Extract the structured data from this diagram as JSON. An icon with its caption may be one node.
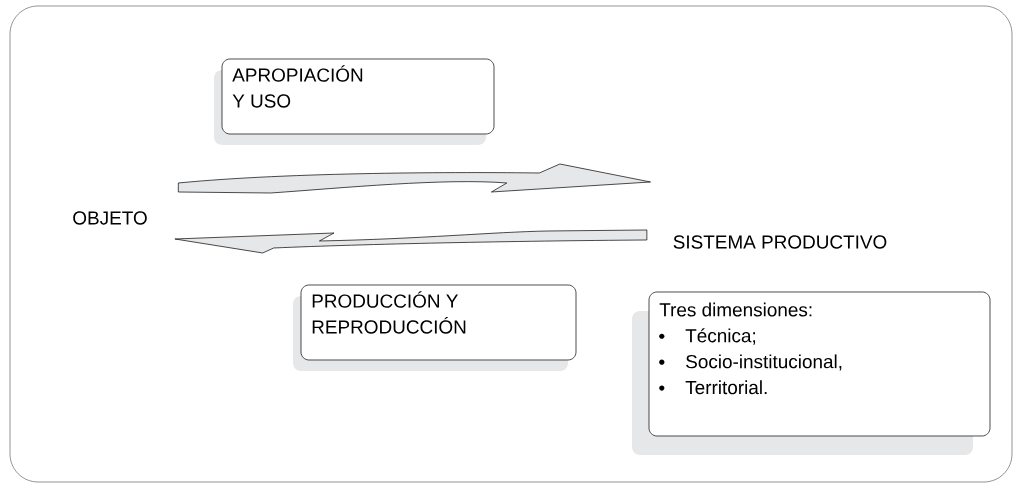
{
  "diagram": {
    "nodes": [
      {
        "text": [
          "APROPIACIÓN Y USO"
        ]
      },
      {
        "text": [
          "OBJETO"
        ]
      },
      {
        "text": [
          "SISTEMA PRODUCTIVO"
        ]
      },
      {
        "text": [
          "PRODUCCIÓN Y REPRODUCCIÓN"
        ]
      },
      {
        "text": [
          "Tres dimensiones:",
          "Técnica;",
          "Socio-institucional,",
          "Territorial."
        ]
      }
    ],
    "edges": [
      {
        "from": 1,
        "to": 2,
        "arrow": "to"
      },
      {
        "from": 2,
        "to": 1,
        "arrow": "to"
      }
    ]
  }
}
